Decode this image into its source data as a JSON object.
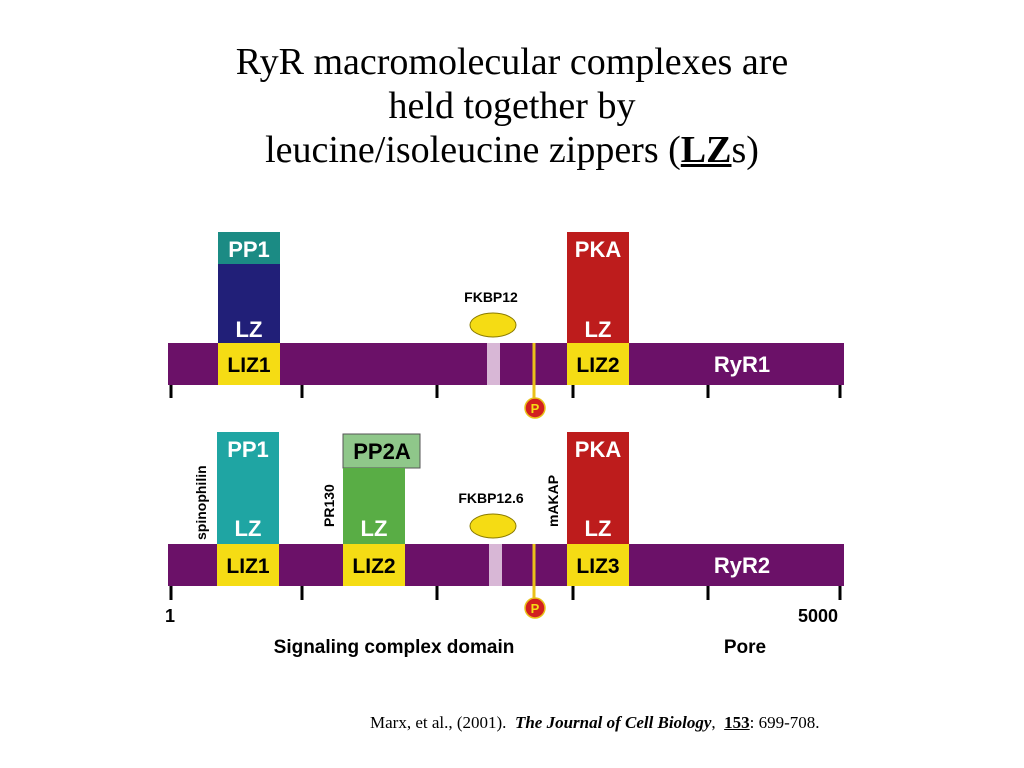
{
  "title": {
    "line1": "RyR macromolecular complexes are",
    "line2": "held together by",
    "line3_pre": "leucine/isoleucine zippers (",
    "line3_bold": "LZ",
    "line3_post": "s)"
  },
  "colors": {
    "bar": "#6b1168",
    "liz": "#f5dc14",
    "pp1_top_ryr1": "#1b8b84",
    "pp1_body_ryr1": "#211f78",
    "pp1_ryr2": "#1fa5a3",
    "pp2a_top": "#8fc78a",
    "pp2a_body": "#59ad45",
    "pka": "#bd1c1c",
    "fkbp": "#f5dc14",
    "fkbp_site": "#d8b7d6",
    "phospho": "#d21f1f",
    "phospho_line": "#e9c11a"
  },
  "ryr1": {
    "name": "RyR1",
    "pp1": "PP1",
    "pka": "PKA",
    "lz_left": "LZ",
    "lz_right": "LZ",
    "liz1": "LIZ1",
    "liz2": "LIZ2",
    "fkbp": "FKBP12",
    "phospho": "P"
  },
  "ryr2": {
    "name": "RyR2",
    "pp1": "PP1",
    "pp2a": "PP2A",
    "pka": "PKA",
    "lz_1": "LZ",
    "lz_2": "LZ",
    "lz_3": "LZ",
    "liz1": "LIZ1",
    "liz2": "LIZ2",
    "liz3": "LIZ3",
    "fkbp": "FKBP12.6",
    "phospho": "P",
    "spinophilin": "spinophilin",
    "pr130": "PR130",
    "makap": "mAKAP"
  },
  "axis": {
    "start": "1",
    "end": "5000",
    "signaling_domain": "Signaling complex domain",
    "pore": "Pore"
  },
  "citation": {
    "authors": "Marx, et al., (2001).",
    "journal": "The Journal of Cell Biology",
    "sep": ",",
    "volume": "153",
    "pages": ": 699-708."
  }
}
